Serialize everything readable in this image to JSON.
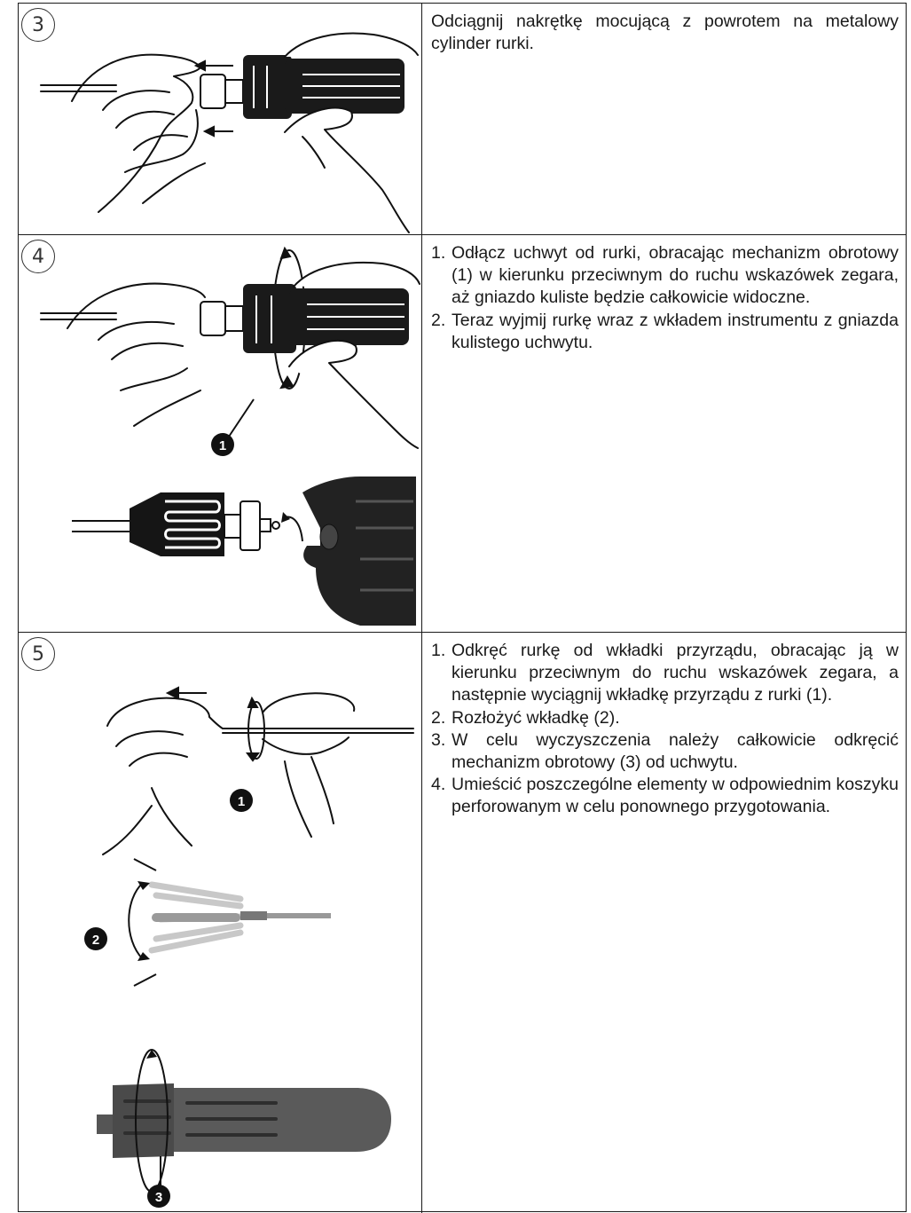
{
  "steps": [
    {
      "number": "3",
      "text": "Odciągnij nakrętkę mocującą z powrotem na metalowy cylinder rurki."
    },
    {
      "number": "4",
      "items": [
        {
          "num": "1.",
          "text": "Odłącz uchwyt od rurki, obracając mechanizm obrotowy (1) w kierunku przeciwnym do ruchu wskazówek zegara, aż gniazdo kuliste będzie całkowicie widoczne."
        },
        {
          "num": "2.",
          "text": "Teraz wyjmij rurkę wraz z wkładem instrumentu z gniazda kulistego uchwytu."
        }
      ],
      "callouts": [
        "1"
      ]
    },
    {
      "number": "5",
      "items": [
        {
          "num": "1.",
          "text": "Odkręć rurkę od wkładki przyrządu, obracając ją w kierunku przeciwnym do ruchu wskazówek zegara, a następnie wyciągnij wkładkę przyrządu z rurki (1)."
        },
        {
          "num": "2.",
          "text": "Rozłożyć wkładkę (2)."
        },
        {
          "num": "3.",
          "text": "W celu wyczyszczenia należy całkowicie odkręcić mechanizm obrotowy (3) od uchwytu."
        },
        {
          "num": "4.",
          "text": "Umieścić poszczególne elementy w odpowiednim koszyku perforowanym w celu ponownego przygotowania."
        }
      ],
      "callouts": [
        "1",
        "2",
        "3"
      ]
    }
  ]
}
